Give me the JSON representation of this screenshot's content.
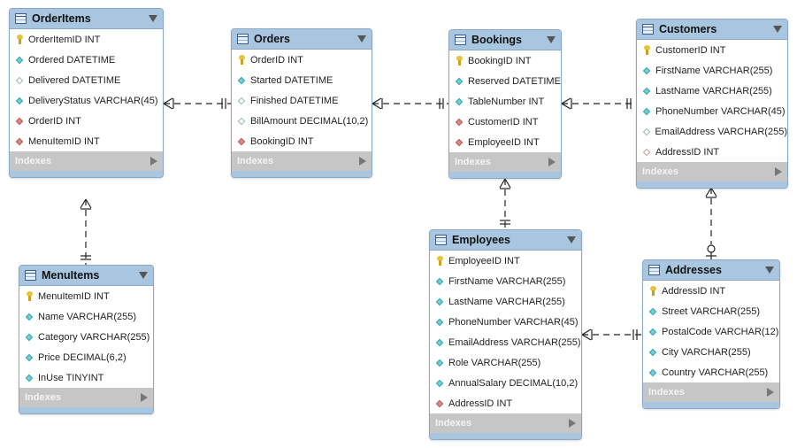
{
  "entities": {
    "orderitems": {
      "title": "OrderItems",
      "indexes": "Indexes",
      "columns": [
        {
          "kind": "pk",
          "label": "OrderItemID INT"
        },
        {
          "kind": "attr",
          "label": "Ordered DATETIME"
        },
        {
          "kind": "null",
          "label": "Delivered DATETIME"
        },
        {
          "kind": "attr",
          "label": "DeliveryStatus VARCHAR(45)"
        },
        {
          "kind": "fk",
          "label": "OrderID INT"
        },
        {
          "kind": "fk",
          "label": "MenuItemID INT"
        }
      ]
    },
    "orders": {
      "title": "Orders",
      "indexes": "Indexes",
      "columns": [
        {
          "kind": "pk",
          "label": "OrderID INT"
        },
        {
          "kind": "attr",
          "label": "Started DATETIME"
        },
        {
          "kind": "null",
          "label": "Finished DATETIME"
        },
        {
          "kind": "null",
          "label": "BillAmount DECIMAL(10,2)"
        },
        {
          "kind": "fk",
          "label": "BookingID INT"
        }
      ]
    },
    "bookings": {
      "title": "Bookings",
      "indexes": "Indexes",
      "columns": [
        {
          "kind": "pk",
          "label": "BookingID INT"
        },
        {
          "kind": "attr",
          "label": "Reserved DATETIME"
        },
        {
          "kind": "attr",
          "label": "TableNumber INT"
        },
        {
          "kind": "fk",
          "label": "CustomerID INT"
        },
        {
          "kind": "fk",
          "label": "EmployeeID INT"
        }
      ]
    },
    "customers": {
      "title": "Customers",
      "indexes": "Indexes",
      "columns": [
        {
          "kind": "pk",
          "label": "CustomerID INT"
        },
        {
          "kind": "attr",
          "label": "FirstName VARCHAR(255)"
        },
        {
          "kind": "attr",
          "label": "LastName VARCHAR(255)"
        },
        {
          "kind": "attr",
          "label": "PhoneNumber VARCHAR(45)"
        },
        {
          "kind": "null",
          "label": "EmailAddress VARCHAR(255)"
        },
        {
          "kind": "nullfk",
          "label": "AddressID INT"
        }
      ]
    },
    "menuitems": {
      "title": "MenuItems",
      "indexes": "Indexes",
      "columns": [
        {
          "kind": "pk",
          "label": "MenuItemID INT"
        },
        {
          "kind": "attr",
          "label": "Name VARCHAR(255)"
        },
        {
          "kind": "attr",
          "label": "Category VARCHAR(255)"
        },
        {
          "kind": "attr",
          "label": "Price DECIMAL(6,2)"
        },
        {
          "kind": "attr",
          "label": "InUse TINYINT"
        }
      ]
    },
    "employees": {
      "title": "Employees",
      "indexes": "Indexes",
      "columns": [
        {
          "kind": "pk",
          "label": "EmployeeID INT"
        },
        {
          "kind": "attr",
          "label": "FirstName VARCHAR(255)"
        },
        {
          "kind": "attr",
          "label": "LastName VARCHAR(255)"
        },
        {
          "kind": "attr",
          "label": "PhoneNumber VARCHAR(45)"
        },
        {
          "kind": "attr",
          "label": "EmailAddress VARCHAR(255)"
        },
        {
          "kind": "attr",
          "label": "Role VARCHAR(255)"
        },
        {
          "kind": "attr",
          "label": "AnnualSalary DECIMAL(10,2)"
        },
        {
          "kind": "fk",
          "label": "AddressID INT"
        }
      ]
    },
    "addresses": {
      "title": "Addresses",
      "indexes": "Indexes",
      "columns": [
        {
          "kind": "pk",
          "label": "AddressID INT"
        },
        {
          "kind": "attr",
          "label": "Street VARCHAR(255)"
        },
        {
          "kind": "attr",
          "label": "PostalCode VARCHAR(12)"
        },
        {
          "kind": "attr",
          "label": "City VARCHAR(255)"
        },
        {
          "kind": "attr",
          "label": "Country VARCHAR(255)"
        }
      ]
    }
  }
}
